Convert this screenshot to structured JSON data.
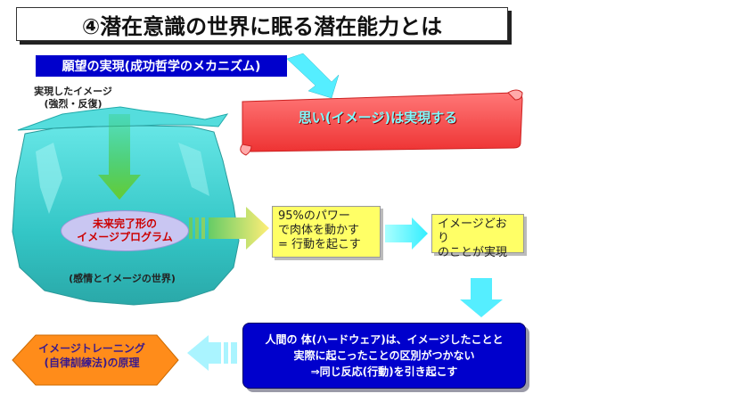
{
  "title": "④潜在意識の世界に眠る潜在能力とは",
  "subtitle": "願望の実現(成功哲学のメカニズム)",
  "iceberg": {
    "top_label_line1": "実現したイメージ",
    "top_label_line2": "(強烈・反復)",
    "program_line1": "未来完了形の",
    "program_line2": "イメージプログラム",
    "world_label": "(感情とイメージの世界)"
  },
  "banner": "思い(イメージ)は実現する",
  "box_95": {
    "line1": "95%のパワー",
    "line2": "で肉体を動かす",
    "line3": "= 行動を起こす"
  },
  "box_realized": {
    "line1": "イメージどおり",
    "line2": "のことが実現"
  },
  "blue_box": {
    "line1": "人間の 体(ハードウェア)は、イメージしたことと",
    "line2": "実際に起こったことの区別がつかない",
    "line3": "⇒同じ反応(行動)を引き起こす"
  },
  "orange_box": {
    "line1": "イメージトレーニング",
    "line2": "(自律訓練法)の原理"
  },
  "colors": {
    "title_bg": "#ffffff",
    "subtitle_bg": "#0000cc",
    "ice": "#33cccc",
    "banner": "#ff5555",
    "yellow": "#ffff66",
    "blue": "#0000cc",
    "orange": "#ff8c1a",
    "arrow_cyan": "#66ffff",
    "arrow_green": "#66cc33"
  }
}
